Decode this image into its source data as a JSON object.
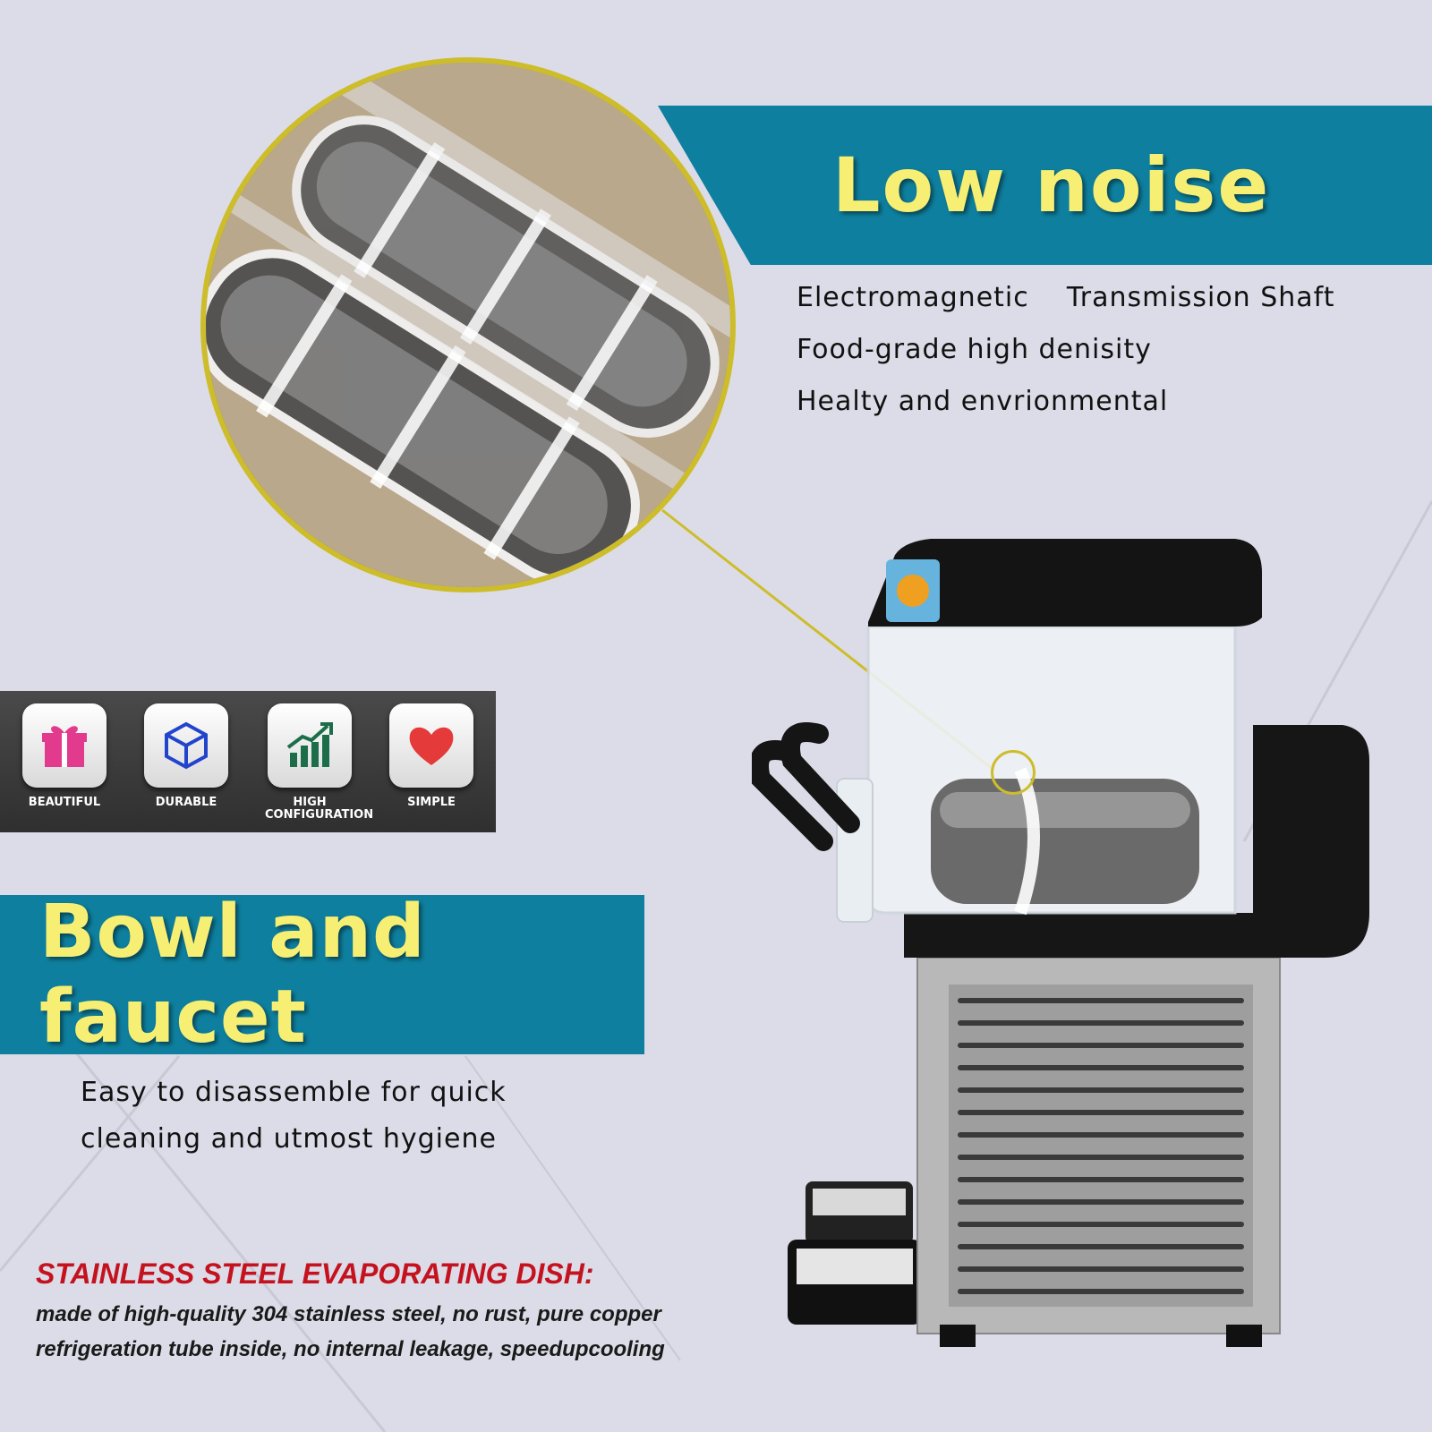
{
  "banner_top": {
    "title": "Low noise"
  },
  "features": [
    "Electromagnetic    Transmission Shaft",
    "Food-grade high denisity",
    "Healty and envrionmental"
  ],
  "badges": [
    {
      "label": "BEAUTIFUL",
      "icon": "gift-icon"
    },
    {
      "label": "DURABLE",
      "icon": "cube-icon"
    },
    {
      "label": "HIGH\nCONFIGURATION",
      "icon": "chart-up-icon"
    },
    {
      "label": "SIMPLE",
      "icon": "heart-icon"
    }
  ],
  "banner_bottom": {
    "title": "Bowl and faucet"
  },
  "bowl_desc": "Easy to disassemble for quick cleaning and utmost hygiene",
  "steel": {
    "title": "STAINLESS STEEL EVAPORATING DISH:",
    "desc": "made of high-quality 304 stainless steel, no rust, pure copper refrigeration tube inside, no internal leakage, speedupcooling"
  },
  "colors": {
    "background": "#dcdce8",
    "banner": "#0e7f9e",
    "headline": "#f6ef74",
    "accent_red": "#c4121f",
    "ring": "#cdbd2b"
  }
}
